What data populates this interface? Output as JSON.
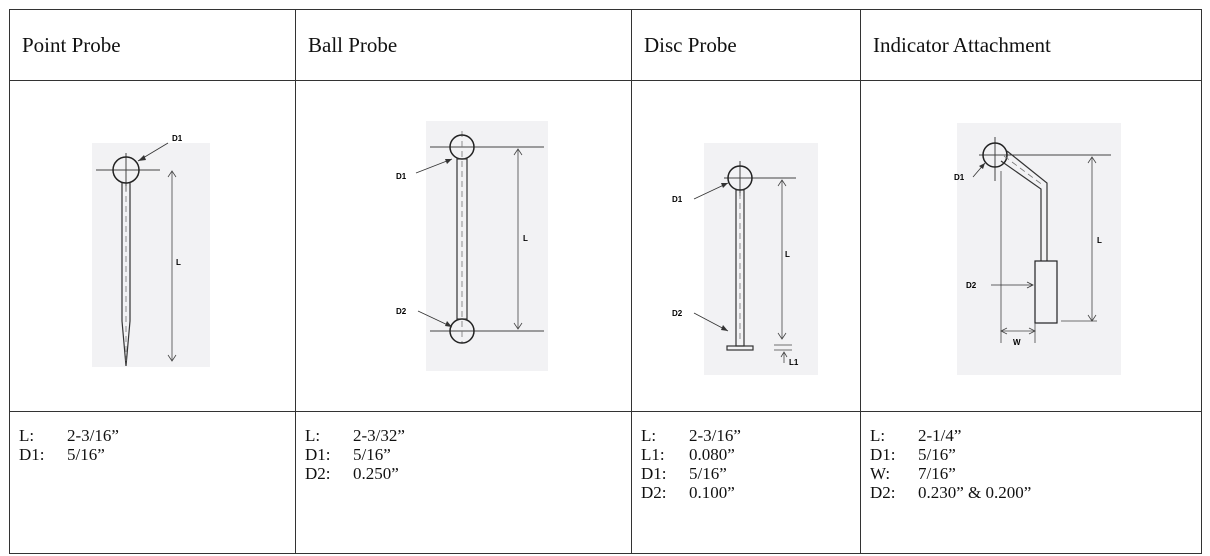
{
  "columns": [
    {
      "title": "Point Probe",
      "labels": {
        "d1": "D1",
        "l": "L"
      },
      "specs": [
        {
          "key": "L:",
          "value": "2-3/16”"
        },
        {
          "key": "D1:",
          "value": "5/16”"
        }
      ]
    },
    {
      "title": "Ball Probe",
      "labels": {
        "d1": "D1",
        "d2": "D2",
        "l": "L"
      },
      "specs": [
        {
          "key": "L:",
          "value": "2-3/32”"
        },
        {
          "key": "D1:",
          "value": "5/16”"
        },
        {
          "key": "D2:",
          "value": "0.250”"
        }
      ]
    },
    {
      "title": "Disc Probe",
      "labels": {
        "d1": "D1",
        "d2": "D2",
        "l": "L",
        "l1": "L1"
      },
      "specs": [
        {
          "key": "L:",
          "value": "2-3/16”"
        },
        {
          "key": "L1:",
          "value": "0.080”"
        },
        {
          "key": "D1:",
          "value": "5/16”"
        },
        {
          "key": "D2:",
          "value": "0.100”"
        }
      ]
    },
    {
      "title": "Indicator Attachment",
      "labels": {
        "d1": "D1",
        "d2": "D2",
        "l": "L",
        "w": "W"
      },
      "specs": [
        {
          "key": "L:",
          "value": "2-1/4”"
        },
        {
          "key": "D1:",
          "value": "5/16”"
        },
        {
          "key": "W:",
          "value": "7/16”"
        },
        {
          "key": "D2:",
          "value": "0.230” & 0.200”"
        }
      ]
    }
  ]
}
